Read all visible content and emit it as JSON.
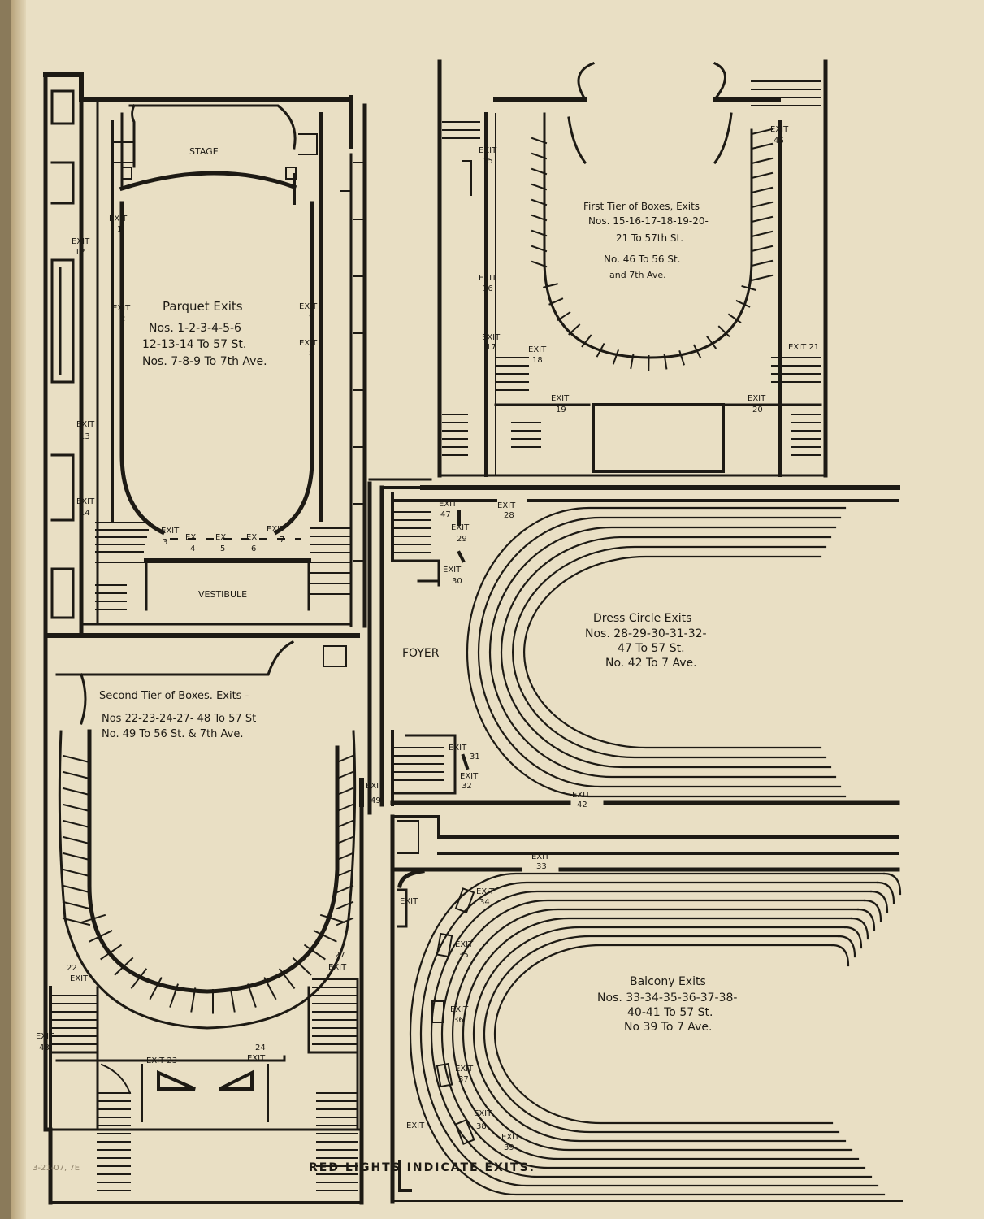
{
  "plans": {
    "parquet": {
      "stage": "STAGE",
      "vestibule": "VESTIBULE",
      "title": "Parquet Exits",
      "line1": "Nos. 1-2-3-4-5-6",
      "line2": "12-13-14  To 57 St.",
      "line3": "Nos. 7-8-9  To 7th Ave."
    },
    "first_tier": {
      "title": "First Tier of Boxes, Exits",
      "line1": "Nos. 15-16-17-18-19-20-",
      "line2": "21 To 57th St.",
      "line3": "No. 46 To 56 St.",
      "line4": "and 7th Ave."
    },
    "second_tier": {
      "title": "Second Tier of Boxes. Exits -",
      "line1": "Nos 22-23-24-27- 48 To 57 St",
      "line2": "No.  49 To 56 St. & 7th Ave."
    },
    "dress_circle": {
      "foyer": "FOYER",
      "title": "Dress Circle Exits",
      "line1": "Nos. 28-29-30-31-32-",
      "line2": "47 To 57 St.",
      "line3": "No. 42 To 7 Ave."
    },
    "balcony": {
      "title": "Balcony Exits",
      "line1": "Nos. 33-34-35-36-37-38-",
      "line2": "40-41 To 57 St.",
      "line3": "No 39 To 7 Ave."
    }
  },
  "exit_word": "EXIT",
  "ex_word": "EX",
  "exit_labels": {
    "e1": "1",
    "e2": "2",
    "e3": "3",
    "e4": "4",
    "e5": "5",
    "e6": "6",
    "e7": "7",
    "e8": "8",
    "e9": "9",
    "e12": "12",
    "e13": "13",
    "e14": "14",
    "e15": "15",
    "e16": "16",
    "e17": "17",
    "e18": "18",
    "e19": "19",
    "e20": "20",
    "e21": "EXIT 21",
    "e46": "46",
    "e22": "22",
    "e23": "EXIT 23",
    "e24": "24",
    "e27": "27",
    "e48": "48",
    "e49": "49",
    "e28": "28",
    "e29": "29",
    "e30": "30",
    "e31": "31",
    "e32": "32",
    "e42": "42",
    "e47": "47",
    "e33": "33",
    "e34": "34",
    "e35": "35",
    "e36": "36",
    "e37": "37",
    "e38": "38",
    "e39": "39"
  },
  "footer": "RED LIGHTS INDICATE EXITS.",
  "pencil_note": "3-21-07, 7E",
  "colors": {
    "paper": "#e9dfc4",
    "ink": "#1d1a14"
  }
}
